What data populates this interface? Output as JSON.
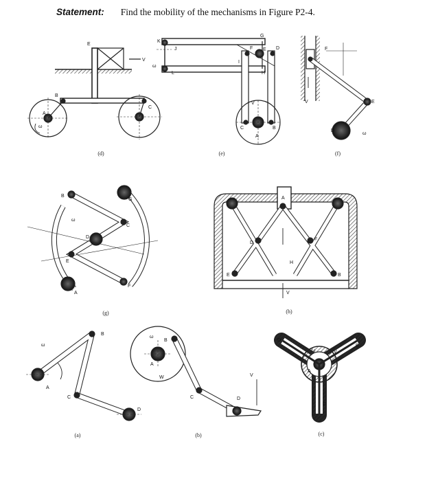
{
  "statement": {
    "label": "Statement:",
    "text": "Find the mobility of the mechanisms in Figure P2-4."
  },
  "figures": [
    {
      "caption": "(d)",
      "labels": [
        "E",
        "B",
        "C",
        "A",
        "V",
        "ω"
      ]
    },
    {
      "caption": "(e)",
      "labels": [
        "K",
        "J",
        "G",
        "F",
        "E",
        "D",
        "I",
        "H",
        "L",
        "C",
        "B",
        "A",
        "ω",
        "V"
      ]
    },
    {
      "caption": "(f)",
      "labels": [
        "F",
        "E",
        "D",
        "ω",
        "V"
      ]
    },
    {
      "caption": "(g)",
      "labels": [
        "B",
        "G",
        "C",
        "D",
        "E",
        "F",
        "A",
        "ω"
      ]
    },
    {
      "caption": "(h)",
      "labels": [
        "A",
        "D",
        "F",
        "H",
        "E",
        "B",
        "V"
      ]
    },
    {
      "caption": "(a)",
      "labels": [
        "B",
        "A",
        "C",
        "D",
        "ω"
      ]
    },
    {
      "caption": "(b)",
      "labels": [
        "B",
        "A",
        "W",
        "C",
        "D",
        "ω",
        "V"
      ]
    },
    {
      "caption": "(c)",
      "labels": [
        "D",
        "A",
        "B",
        "C",
        "ω",
        "V"
      ]
    }
  ]
}
